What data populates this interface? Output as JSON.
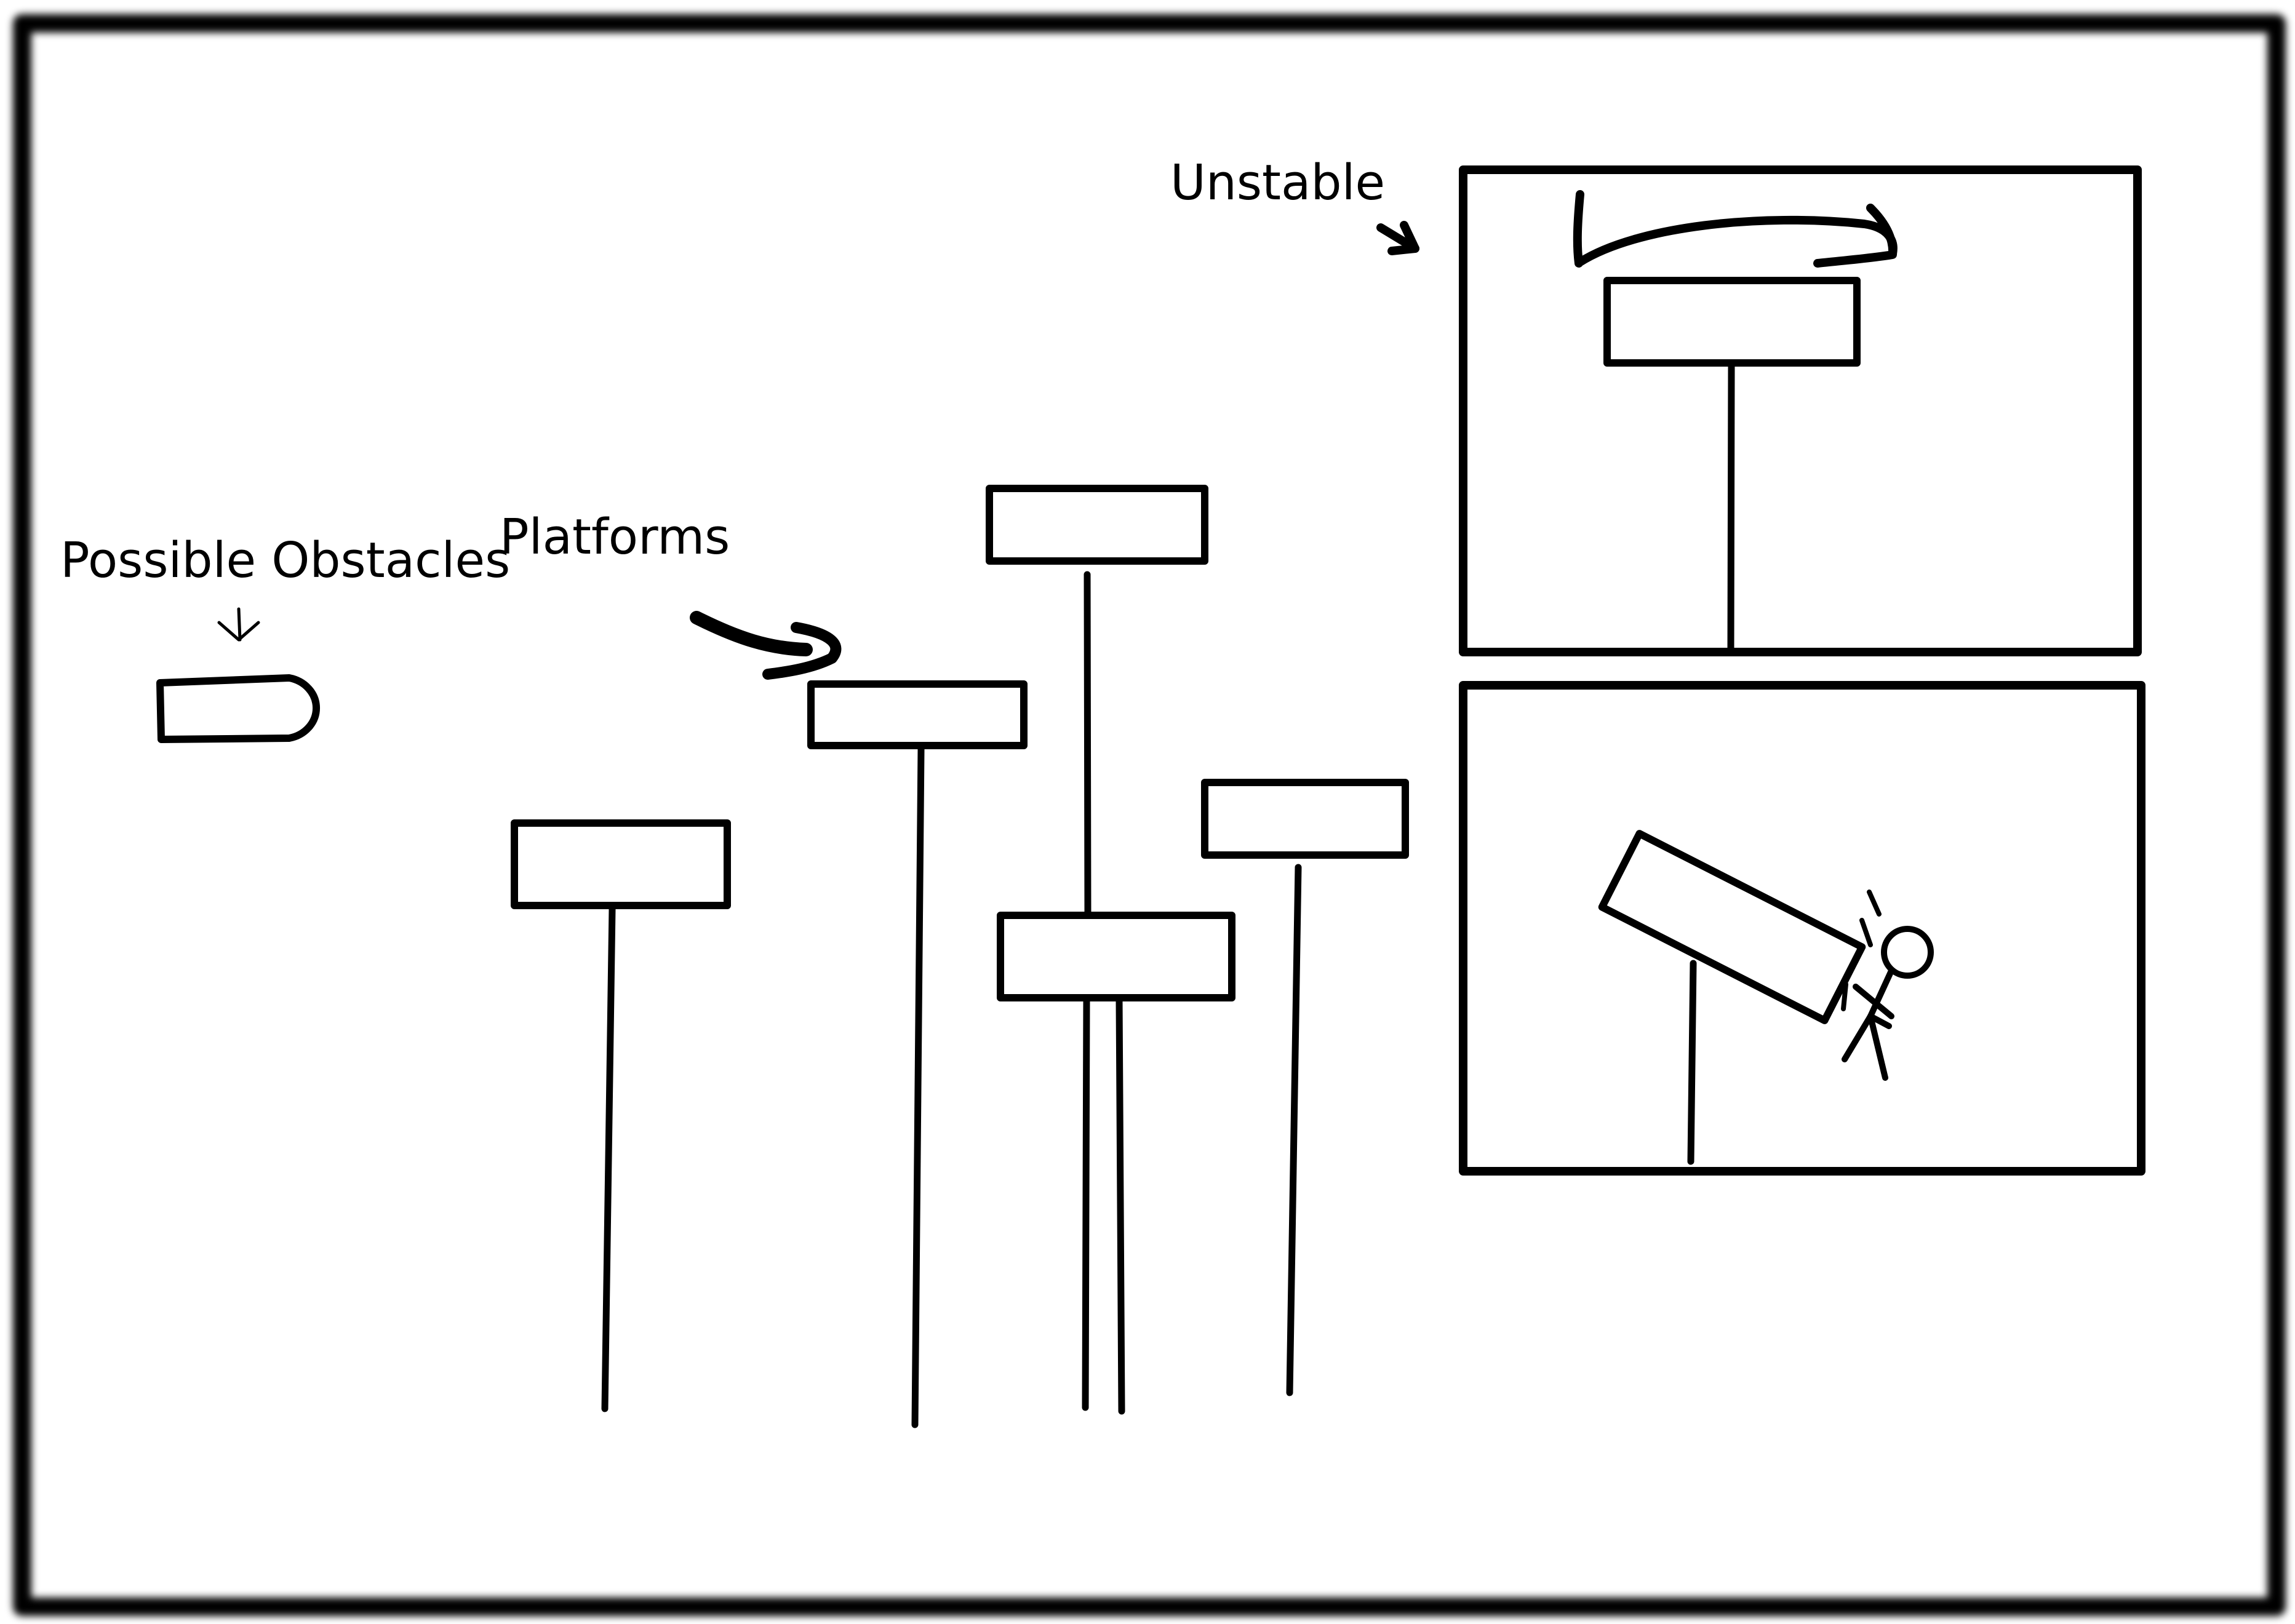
{
  "labels": {
    "possible_obstacles": "Possible Obstacles",
    "platforms": "Platforms",
    "unstable": "Unstable"
  },
  "colors": {
    "ink": "#000000",
    "paper": "#ffffff"
  },
  "icons": {
    "obstacle": "bullet-shape-icon",
    "character": "stick-figure-icon"
  }
}
